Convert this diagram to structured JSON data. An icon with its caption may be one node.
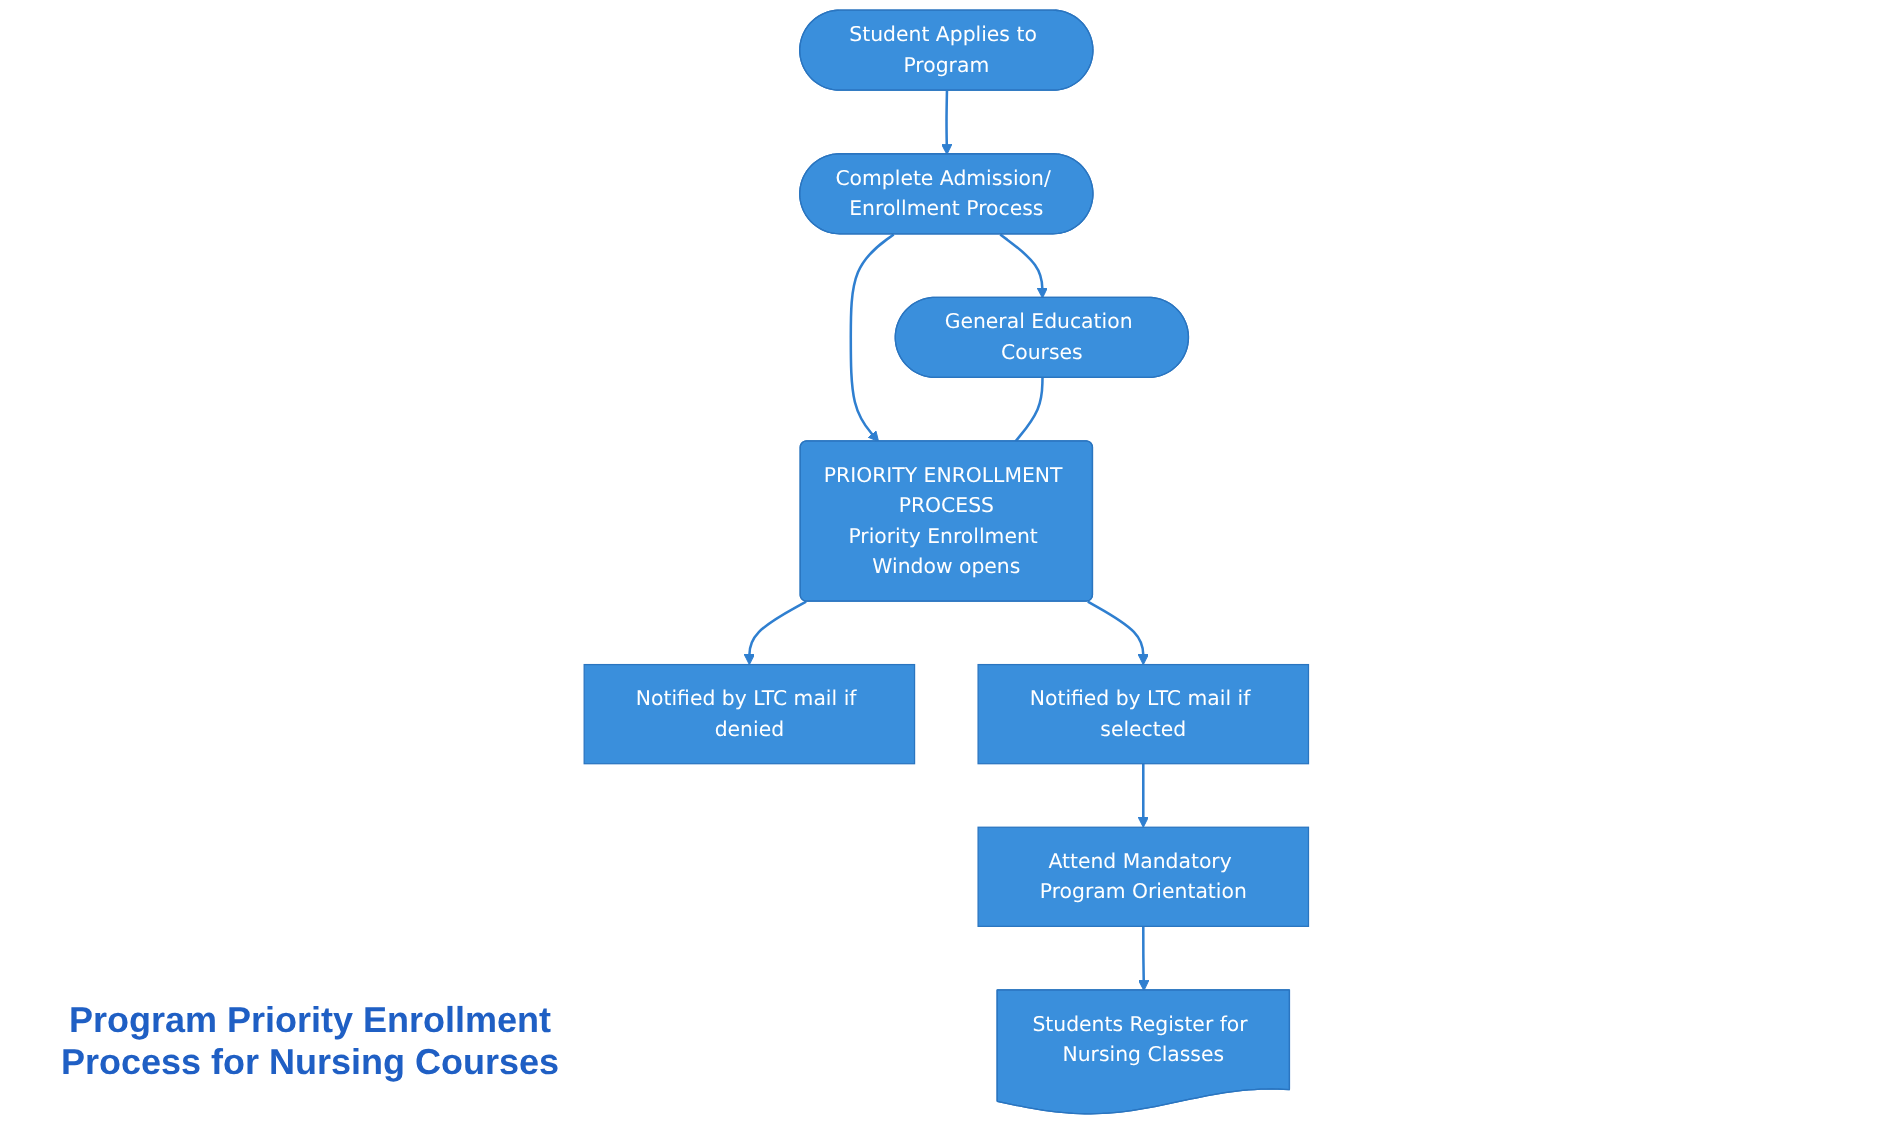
{
  "diagram": {
    "title": "Program Priority Enrollment Process for Nursing Courses",
    "nodes": [
      {
        "text": [
          "Student Applies to Program"
        ]
      },
      {
        "text": [
          "Complete Admission/ Enrollment Process"
        ]
      },
      {
        "text": [
          "General Education Courses"
        ]
      },
      {
        "text": [
          "Notified by LTC mail if denied"
        ]
      },
      {
        "text": [
          "PRIORITY ENROLLMENT PROCESS",
          "Priority Enrollment Window opens"
        ]
      },
      {
        "text": [
          "Notified by LTC mail if selected"
        ]
      },
      {
        "text": [
          "Attend Mandatory Program Orientation"
        ]
      },
      {
        "text": [
          "Students Register for Nursing Classes"
        ]
      }
    ],
    "edges": [
      {
        "from": 0,
        "to": 1,
        "arrow": "to"
      },
      {
        "from": 1,
        "to": 2,
        "arrow": "to"
      },
      {
        "from": 1,
        "to": 4,
        "arrow": "to"
      },
      {
        "from": 2,
        "to": 4,
        "arrow": "none"
      },
      {
        "from": 4,
        "to": 3,
        "arrow": "to"
      },
      {
        "from": 4,
        "to": 5,
        "arrow": "to"
      },
      {
        "from": 5,
        "to": 6,
        "arrow": "to"
      },
      {
        "from": 6,
        "to": 7,
        "arrow": "to"
      }
    ]
  }
}
